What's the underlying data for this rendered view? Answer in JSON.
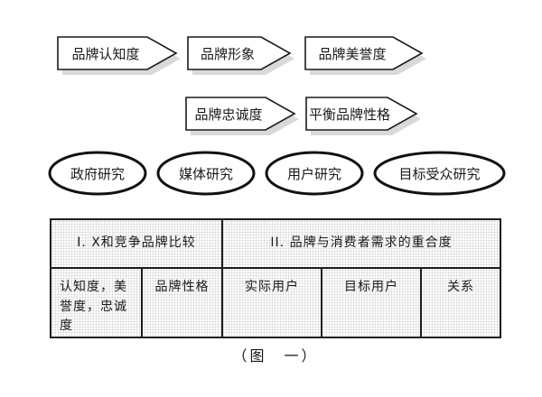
{
  "diagram": {
    "flow_row1": [
      {
        "label": "品牌认知度"
      },
      {
        "label": "品牌形象"
      },
      {
        "label": "品牌美誉度"
      }
    ],
    "flow_row2": [
      {
        "label": "品牌忠诚度"
      },
      {
        "label": "平衡品牌性格"
      }
    ],
    "research": [
      {
        "label": "政府研究"
      },
      {
        "label": "媒体研究"
      },
      {
        "label": "用户研究"
      },
      {
        "label": "目标受众研究"
      }
    ],
    "table": {
      "headers": [
        "I. X和竞争品牌比较",
        "II. 品牌与消费者需求的重合度"
      ],
      "cells": [
        "认知度，美誉度，忠诚度",
        "品牌性格",
        "实际用户",
        "目标用户",
        "关系"
      ]
    },
    "caption": "（图　一）",
    "colors": {
      "stroke": "#1a1a1a",
      "fill": "#ffffff",
      "shadow": "#d9d9d9",
      "table_bg": "#ededed"
    }
  }
}
